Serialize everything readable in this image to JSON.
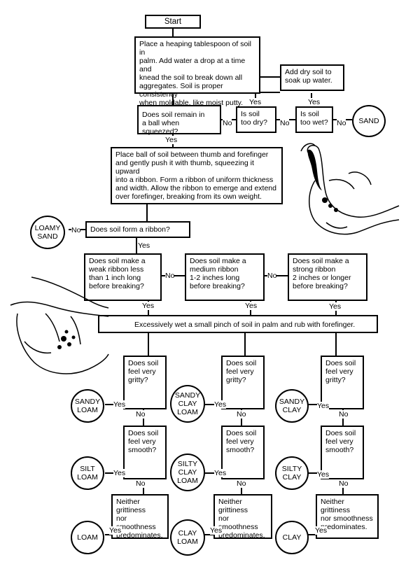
{
  "start": "Start",
  "step_moisten": "Place a heaping tablespoon of soil in\npalm. Add water a drop at a time and\nknead the soil to break down all\naggregates. Soil is proper consistency\nwhen moldable, like moist putty.",
  "add_dry": "Add dry soil to\nsoak up water.",
  "q_ball": "Does soil remain in\na ball when squeezed?",
  "q_dry": "Is soil\ntoo dry?",
  "q_wet": "Is soil\ntoo wet?",
  "step_ribbon": "Place ball of soil between thumb and forefinger\nand gently push it with thumb, squeezing it upward\ninto a ribbon. Form a ribbon of uniform thickness\nand width. Allow the ribbon to emerge and extend\nover forefinger, breaking from its own weight.",
  "q_ribbon": "Does soil form a ribbon?",
  "q_weak": "Does soil make a\nweak ribbon less\nthan 1 inch long\nbefore breaking?",
  "q_medium": "Does soil make a\nmedium ribbon\n1-2 inches long\nbefore breaking?",
  "q_strong": "Does soil make a\nstrong ribbon\n2 inches or longer\nbefore breaking?",
  "step_wet": "Excessively wet a small pinch of soil in palm and rub with forefinger.",
  "q_gritty": "Does soil\nfeel very\ngritty?",
  "q_smooth": "Does soil\nfeel very\nsmooth?",
  "q_neither": "Neither grittiness\nnor smoothness\npredominates.",
  "yes": "Yes",
  "no": "No",
  "results": {
    "sand": "SAND",
    "loamy_sand": "LOAMY\nSAND",
    "sandy_loam": "SANDY\nLOAM",
    "sandy_clay_loam": "SANDY\nCLAY\nLOAM",
    "sandy_clay": "SANDY\nCLAY",
    "silt_loam": "SILT\nLOAM",
    "silty_clay_loam": "SILTY\nCLAY\nLOAM",
    "silty_clay": "SILTY\nCLAY",
    "loam": "LOAM",
    "clay_loam": "CLAY\nLOAM",
    "clay": "CLAY"
  },
  "illustrations": [
    "hand-ribbon-illustration",
    "hand-rubbing-illustration"
  ]
}
